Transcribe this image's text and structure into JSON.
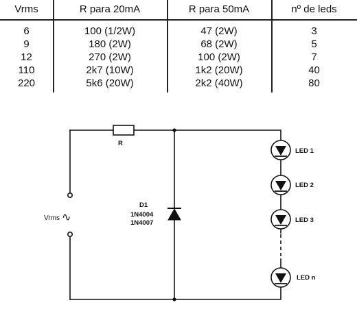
{
  "table": {
    "headers": [
      "Vrms",
      "R para 20mA",
      "R para 50mA",
      "nº de leds"
    ],
    "rows": [
      [
        "6",
        "100 (1/2W)",
        "47 (2W)",
        "3"
      ],
      [
        "9",
        "180 (2W)",
        "68 (2W)",
        "5"
      ],
      [
        "12",
        "270 (2W)",
        "100 (2W)",
        "7"
      ],
      [
        "110",
        "2k7 (10W)",
        "1k2 (20W)",
        "40"
      ],
      [
        "220",
        "5k6 (20W)",
        "2k2 (40W)",
        "80"
      ]
    ]
  },
  "schematic": {
    "resistor_label": "R",
    "source_label": "Vrms",
    "source_symbol": "∿",
    "diode_ref": "D1",
    "diode_part_1": "1N4004",
    "diode_part_2": "1N4007",
    "led_labels": [
      "LED 1",
      "LED 2",
      "LED 3",
      "LED n"
    ]
  }
}
